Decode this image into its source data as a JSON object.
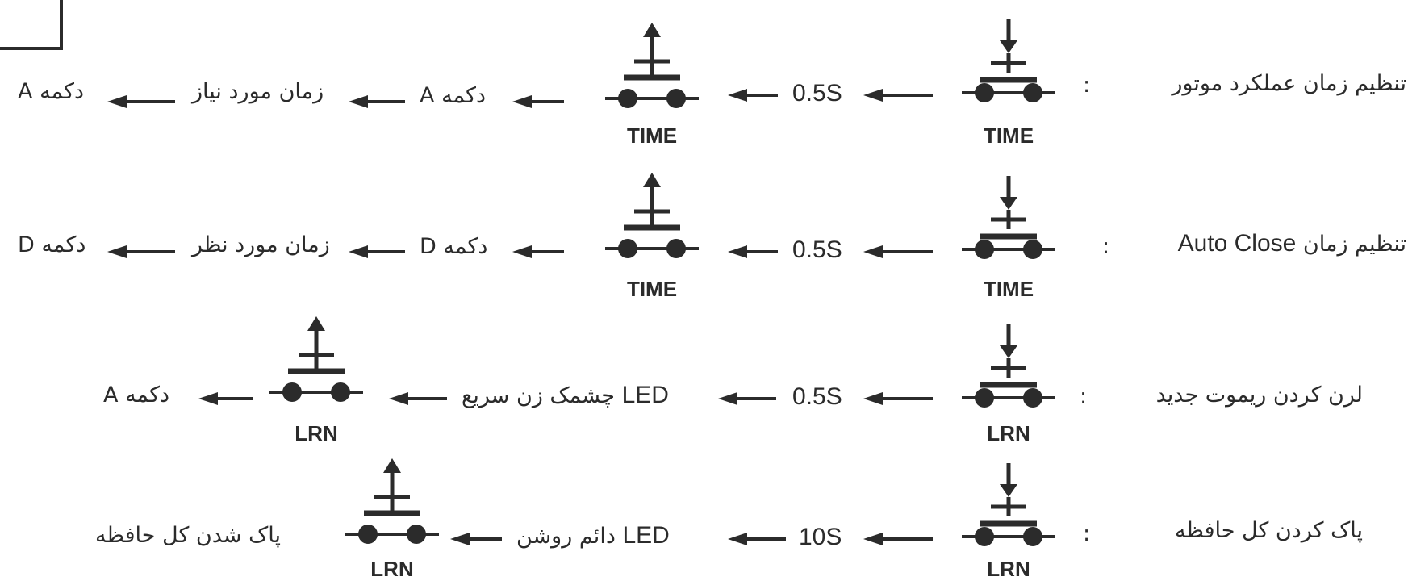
{
  "rows": [
    {
      "label": "تنظیم زمان عملکرد موتور",
      "colon": ":",
      "press_button_caption": "TIME",
      "hold_time": "0.5S",
      "release_button_caption": "TIME",
      "step1": "دکمه A",
      "step2": "زمان مورد نیاز",
      "step3": "دکمه A"
    },
    {
      "label_prefix": "تنظیم زمان",
      "label_suffix": "Auto Close",
      "colon": ":",
      "press_button_caption": "TIME",
      "hold_time": "0.5S",
      "release_button_caption": "TIME",
      "step1": "دکمه D",
      "step2": "زمان مورد نظر",
      "step3": "دکمه D"
    },
    {
      "label": "لرن کردن ریموت جدید",
      "colon": ":",
      "press_button_caption": "LRN",
      "hold_time": "0.5S",
      "step1_led": "LED",
      "step1_text": "چشمک زن سریع",
      "release_button_caption": "LRN",
      "step2": "دکمه A"
    },
    {
      "label": "پاک کردن کل حافظه",
      "colon": ":",
      "press_button_caption": "LRN",
      "hold_time": "10S",
      "step1_led": "LED",
      "step1_text": "دائم روشن",
      "release_button_caption": "LRN",
      "step2": "پاک شدن کل حافظه"
    }
  ],
  "icons": {
    "button_press": "push-button-pressed-icon",
    "button_release": "push-button-released-icon",
    "arrow": "left-arrow-icon"
  },
  "colors": {
    "ink": "#2b2b2b",
    "background": "#ffffff"
  }
}
